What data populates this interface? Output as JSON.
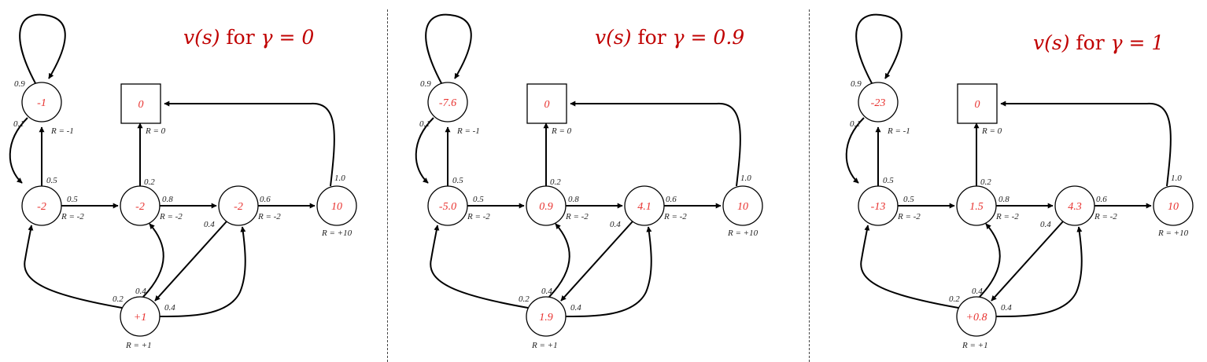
{
  "panels": [
    {
      "title": {
        "v": "v(s)",
        "mid": " for ",
        "gamma": "γ = 0"
      },
      "values": {
        "C1": "-2",
        "C2": "-2",
        "C3": "-2",
        "Pass": "10",
        "Pub": "+1",
        "FB": "-1",
        "Sleep": "0"
      }
    },
    {
      "title": {
        "v": "v(s)",
        "mid": " for ",
        "gamma": "γ = 0.9"
      },
      "values": {
        "C1": "-5.0",
        "C2": "0.9",
        "C3": "4.1",
        "Pass": "10",
        "Pub": "1.9",
        "FB": "-7.6",
        "Sleep": "0"
      }
    },
    {
      "title": {
        "v": "v(s)",
        "mid": " for ",
        "gamma": "γ = 1"
      },
      "values": {
        "C1": "-13",
        "C2": "1.5",
        "C3": "4.3",
        "Pass": "10",
        "Pub": "+0.8",
        "FB": "-23",
        "Sleep": "0"
      }
    }
  ],
  "rewards": {
    "C1": "R = -2",
    "C2": "R = -2",
    "C3": "R = -2",
    "Pass": "R = +10",
    "Pub": "R = +1",
    "FB": "R = -1",
    "Sleep": "R = 0"
  },
  "edge_labels": {
    "fb_self": "0.9",
    "fb_c1": "0.1",
    "c1_fb": "0.5",
    "c1_c2": "0.5",
    "c2_sleep": "0.2",
    "c2_c3": "0.8",
    "c3_pass": "0.6",
    "c3_pub": "0.4",
    "pass_sleep": "1.0",
    "pub_c1": "0.2",
    "pub_c2": "0.4",
    "pub_c3": "0.4"
  }
}
